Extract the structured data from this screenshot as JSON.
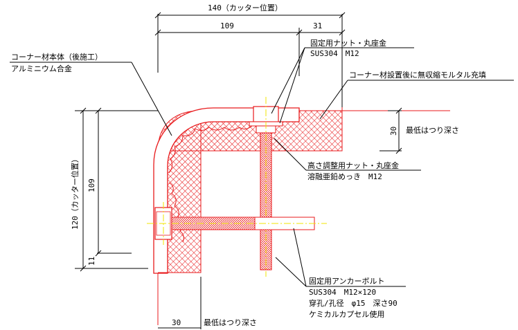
{
  "dimensions": {
    "top_overall": "140（カッター位置）",
    "top_left": "109",
    "top_right": "31",
    "left_overall": "120（カッター位置）",
    "left_mid": "109",
    "left_small": "11",
    "right_depth_value": "30",
    "right_depth_label": "最低はつり深さ",
    "bottom_depth_value": "30",
    "bottom_depth_label": "最低はつり深さ"
  },
  "labels": {
    "corner_body_line1": "コーナー材本体（後施工）",
    "corner_body_line2": "アルミニウム合金",
    "fixing_nut_line1": "固定用ナット・丸座金",
    "fixing_nut_line2": "SUS304　M12",
    "mortar": "コーナー材設置後に無収縮モルタル充填",
    "height_nut_line1": "高さ調整用ナット・丸座金",
    "height_nut_line2": "溶融亜鉛めっき　M12",
    "anchor_line1": "固定用アンカーボルト",
    "anchor_line2": "SUS304　M12×120",
    "anchor_line3": "穿孔/孔径　φ15　深さ90",
    "anchor_line4": "ケミカルカプセル使用"
  },
  "colors": {
    "red": "#e8191b",
    "yellow": "#f2e600",
    "black": "#000000"
  }
}
